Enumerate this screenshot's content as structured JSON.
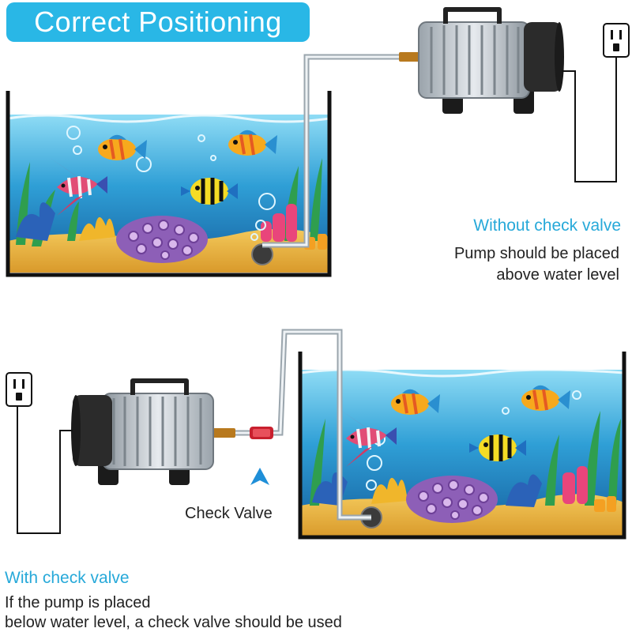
{
  "title": "Correct Positioning",
  "top_setup": {
    "caption_heading": "Without check valve",
    "caption_line1": "Pump should be placed",
    "caption_line2": "above water level",
    "outlet_icon": "power-outlet-icon",
    "pump_icon": "air-pump-icon",
    "tank_icon": "aquarium-tank-icon"
  },
  "bottom_setup": {
    "valve_label": "Check Valve",
    "caption_heading": "With check valve",
    "caption_line1": "If the pump is placed",
    "caption_line2": "below water level, a check valve should be used",
    "outlet_icon": "power-outlet-icon",
    "pump_icon": "air-pump-icon",
    "valve_icon": "check-valve-icon",
    "arrow_icon": "arrow-up-icon",
    "tank_icon": "aquarium-tank-icon"
  },
  "colors": {
    "accent": "#29b7e6",
    "caption_accent": "#27a9d9",
    "water_top": "#7fd4f2",
    "water_bottom": "#1a6fb0",
    "tank_wall": "#111111",
    "tube": "#cfd6dc",
    "valve": "#c8202e"
  }
}
